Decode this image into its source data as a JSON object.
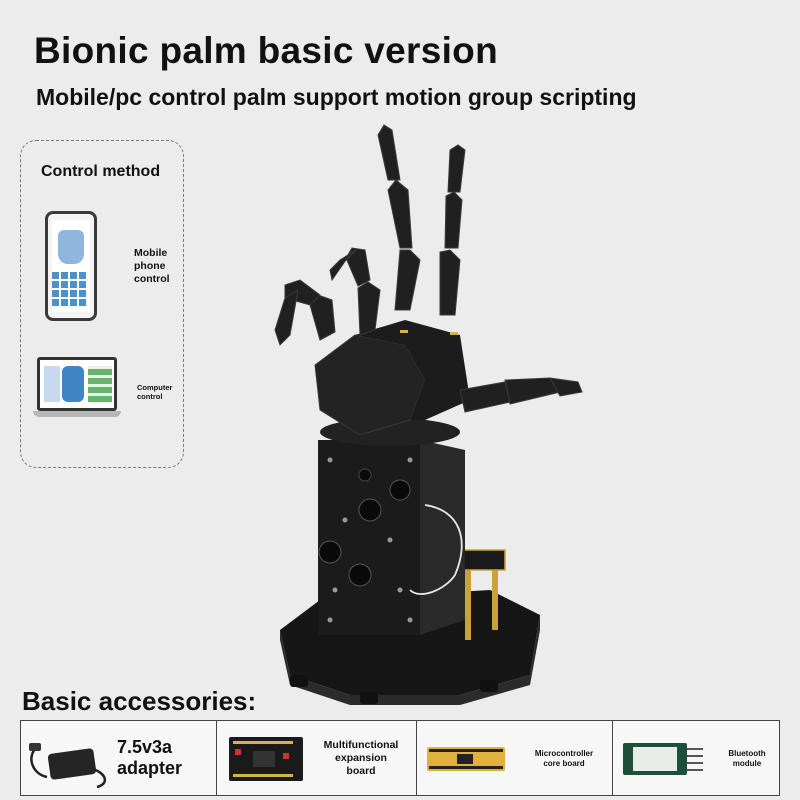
{
  "header": {
    "title": "Bionic palm basic version",
    "subtitle": "Mobile/pc control palm support motion group scripting"
  },
  "control_panel": {
    "title": "Control method",
    "phone_label_1": "Mobile",
    "phone_label_2": "phone",
    "phone_label_3": "control",
    "computer_label_1": "Computer",
    "computer_label_2": "control"
  },
  "accessories": {
    "heading": "Basic accessories:",
    "items": [
      {
        "line1": "7.5v3a",
        "line2": "adapter",
        "line3": ""
      },
      {
        "line1": "Multifunctional",
        "line2": "expansion",
        "line3": "board"
      },
      {
        "line1": "Microcontroller",
        "line2": "core board",
        "line3": ""
      },
      {
        "line1": "Bluetooth",
        "line2": "module",
        "line3": ""
      }
    ]
  },
  "colors": {
    "background": "#ececec",
    "robot_body": "#1b1b1b",
    "text": "#111111"
  }
}
